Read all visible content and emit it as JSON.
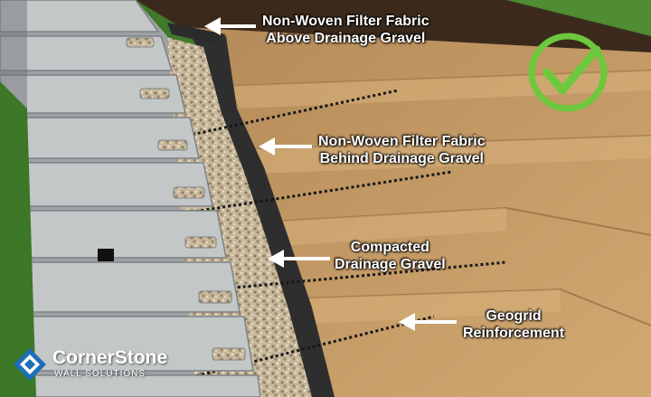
{
  "callouts": [
    {
      "line1": "Non-Woven Filter Fabric",
      "line2": "Above Drainage Gravel"
    },
    {
      "line1": "Non-Woven Filter Fabric",
      "line2": "Behind Drainage Gravel"
    },
    {
      "line1": "Compacted",
      "line2": "Drainage Gravel"
    },
    {
      "line1": "Geogrid",
      "line2": "Reinforcement"
    }
  ],
  "logo": {
    "name": "CornerStone",
    "subtitle": "WALL SOLUTIONS"
  },
  "colors": {
    "grass": "#3f7a2a",
    "soil": "#c49a63",
    "block": "#b9bcbd",
    "gravel": "#c8b89c",
    "fabric": "#3a3a3a",
    "checkmark": "#6cc83c",
    "logo_blue": "#1d6fb8"
  },
  "icons": {
    "check": "check-circle-icon",
    "logo": "cornerstone-logo-icon",
    "arrow": "arrow-left-icon"
  }
}
